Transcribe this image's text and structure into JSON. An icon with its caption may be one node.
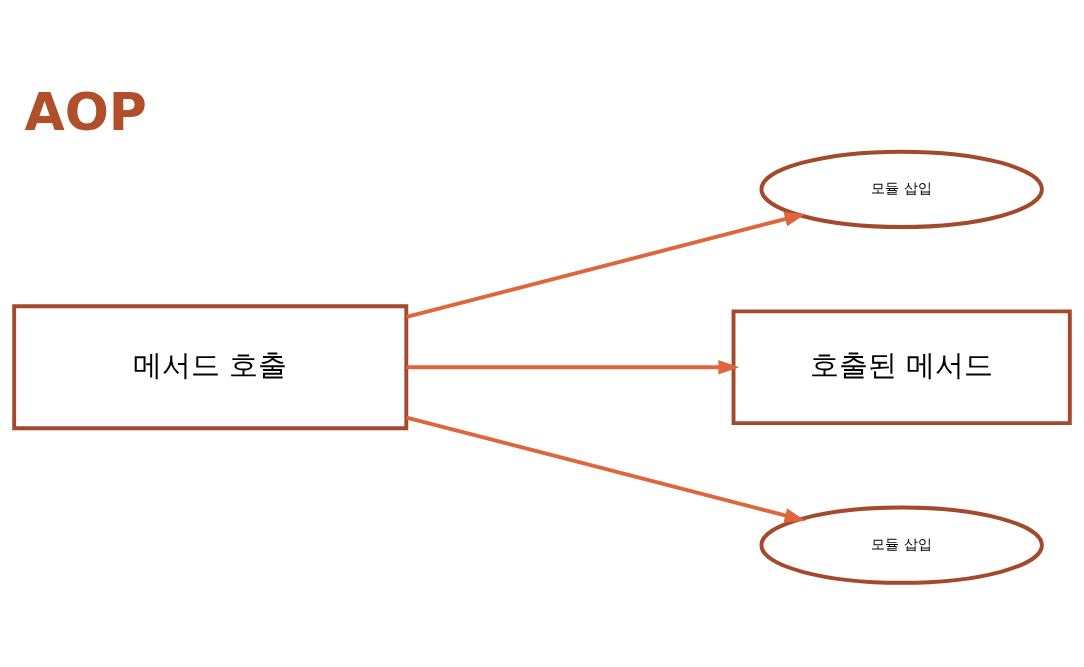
{
  "diagram": {
    "title": "AOP",
    "nodes": [
      {
        "text": [
          "메서드 호출"
        ]
      },
      {
        "text": [
          "모듈 삽입"
        ]
      },
      {
        "text": [
          "호출된 메서드"
        ]
      },
      {
        "text": [
          "모듈 삽입"
        ]
      }
    ],
    "edges": [
      {
        "from": 0,
        "to": 1,
        "arrow": "to"
      },
      {
        "from": 0,
        "to": 2,
        "arrow": "to"
      },
      {
        "from": 0,
        "to": 3,
        "arrow": "to"
      }
    ]
  }
}
